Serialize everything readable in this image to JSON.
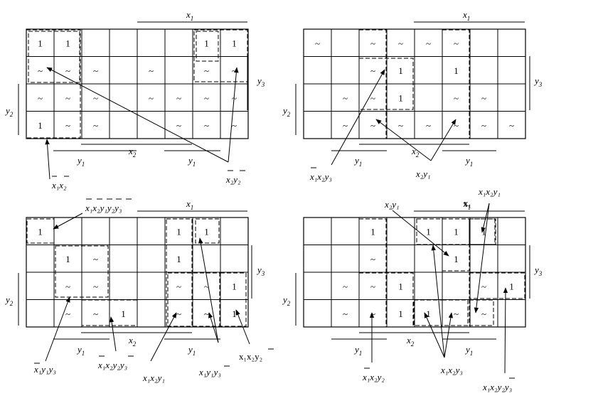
{
  "maps": [
    {
      "id": "map1",
      "cells": [
        [
          "1",
          "1",
          "",
          "",
          "",
          "",
          "1",
          "1"
        ],
        [
          "~",
          "~",
          "~",
          "",
          "~",
          "",
          "~",
          "~"
        ],
        [
          "~",
          "~",
          "~",
          "",
          "~",
          "~",
          "~",
          "~"
        ],
        [
          "1",
          "~",
          "~",
          "",
          "",
          "~",
          "~",
          "~"
        ]
      ],
      "labels": {
        "x1": "x",
        "y3": "y",
        "y2": "y",
        "x2": "x",
        "y1_left": "y",
        "y1_right": "y"
      },
      "annotations": [
        {
          "text": "x₁x₂",
          "bars": "over x₁ and x₂"
        },
        {
          "text": "x₂y₂",
          "bars": "over x₂ and y₂"
        }
      ]
    },
    {
      "id": "map2",
      "cells": [
        [
          "~",
          "",
          "~",
          "~",
          "~",
          "~",
          "",
          ""
        ],
        [
          "",
          "",
          "~",
          "1",
          "",
          "1",
          "",
          ""
        ],
        [
          "",
          "~",
          "~",
          "1",
          "",
          "~",
          "~",
          ""
        ],
        [
          "",
          "~",
          "~",
          "~",
          "~",
          "~",
          "~",
          "~"
        ]
      ],
      "labels": {
        "x1": "x",
        "y3": "y",
        "y2": "y",
        "x2": "x",
        "y1_left": "y",
        "y1_right": "y"
      },
      "annotations": [
        {
          "text": "x₁x₂y₃",
          "bars": "over x₁"
        },
        {
          "text": "x₂y₁",
          "bars": "none"
        }
      ]
    },
    {
      "id": "map3",
      "cells": [
        [
          "1",
          "",
          "",
          "",
          "",
          "1",
          "1",
          ""
        ],
        [
          "",
          "1",
          "~",
          "",
          "",
          "1",
          "",
          ""
        ],
        [
          "",
          "~",
          "~",
          "",
          "",
          "~",
          "~",
          "1"
        ],
        [
          "",
          "~",
          "~",
          "1",
          "",
          "~",
          "~",
          "1"
        ]
      ],
      "labels": {
        "x1": "x",
        "y3": "y",
        "y2": "y",
        "x2": "x",
        "y1_left": "y",
        "y1_right": "y"
      },
      "annotations": [
        {
          "text": "x₁x₂y₁y₂y₃",
          "bars": "over all"
        },
        {
          "text": "x₁y₁y₃",
          "bars": "over x₁"
        },
        {
          "text": "x₁x₂y₂y₃",
          "bars": "over x₁ and y₃"
        },
        {
          "text": "x₁x₂y₁",
          "bars": "none"
        },
        {
          "text": "x₁y₁y₃",
          "bars": "over y₃"
        },
        {
          "text": "x₁x₂y₂",
          "bars": "over y₂"
        }
      ]
    },
    {
      "id": "map4",
      "cells": [
        [
          "",
          "",
          "1",
          "",
          "1",
          "1",
          "1",
          ""
        ],
        [
          "",
          "",
          "~",
          "",
          "",
          "1",
          "",
          ""
        ],
        [
          "",
          "~",
          "~",
          "1",
          "",
          "",
          "~",
          "1"
        ],
        [
          "",
          "~",
          "~",
          "1",
          "1",
          "~",
          "~",
          ""
        ]
      ],
      "labels": {
        "x1": "x",
        "y3": "y",
        "y2": "y",
        "x2": "x",
        "y1_left": "y",
        "y1_right": "y"
      },
      "annotations": [
        {
          "text": "x₂y₁",
          "bars": "none"
        },
        {
          "text": "x₁x₂y₁",
          "bars": "none"
        },
        {
          "text": "x₁x₂y₂",
          "bars": "over x₁"
        },
        {
          "text": "x₁x₂y₃",
          "bars": "none"
        },
        {
          "text": "x₁x₂y₂y₃",
          "bars": "over y₂"
        }
      ]
    }
  ],
  "text": {
    "x": "x",
    "y": "y",
    "s1": "1",
    "s2": "2",
    "s3": "3",
    "a_x1x2": "x₁x₂",
    "a_x2y2": "x₂y₂",
    "a_x1x2y3": "x₁x₂y₃",
    "a_x2y1": "x₂y₁",
    "a_x1x2y1y2y3": "x₁x₂y₁y₂y₃",
    "a_x1y1y3": "x₁y₁y₃",
    "a_x1x2y2y3": "x₁x₂y₂y₃",
    "a_x1x2y1": "x₁x₂y₁",
    "a_x1x2y2": "x₁x₂y₂",
    "a_X1": "x₁",
    "a_X1X2Y2": "x₁x₂y₂"
  }
}
